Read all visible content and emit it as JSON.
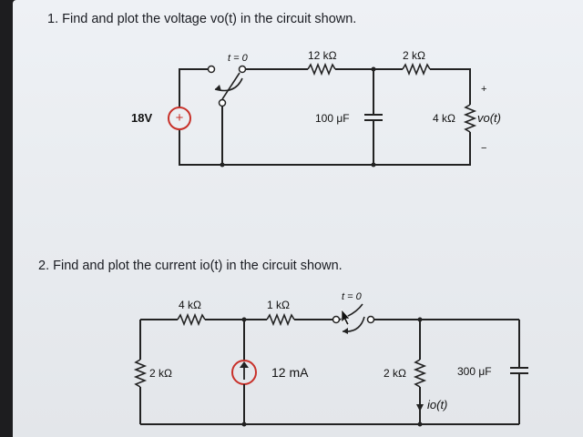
{
  "problem1": {
    "number": "1.",
    "text": "Find and plot the voltage vo(t) in the circuit shown.",
    "switch_label": "t = 0",
    "r1_label": "12 kΩ",
    "r2_label": "2 kΩ",
    "source_label": "18V",
    "source_sign": "+",
    "cap_label": "100 μF",
    "r3_label": "4 kΩ",
    "vo_label": "vo(t)",
    "plus": "+",
    "minus": "−"
  },
  "problem2": {
    "number": "2.",
    "text": "Find and plot the current io(t) in the circuit shown.",
    "r1_label": "4 kΩ",
    "r2_label": "1 kΩ",
    "switch_label": "t = 0",
    "r3_label": "2 kΩ",
    "source_label": "12 mA",
    "r4_label": "2 kΩ",
    "cap_label": "300 μF",
    "io_label": "io(t)"
  },
  "colors": {
    "wire": "#222222",
    "source": "#c8312a",
    "paper": "#e9ecf0",
    "background": "#1d1d1f"
  }
}
